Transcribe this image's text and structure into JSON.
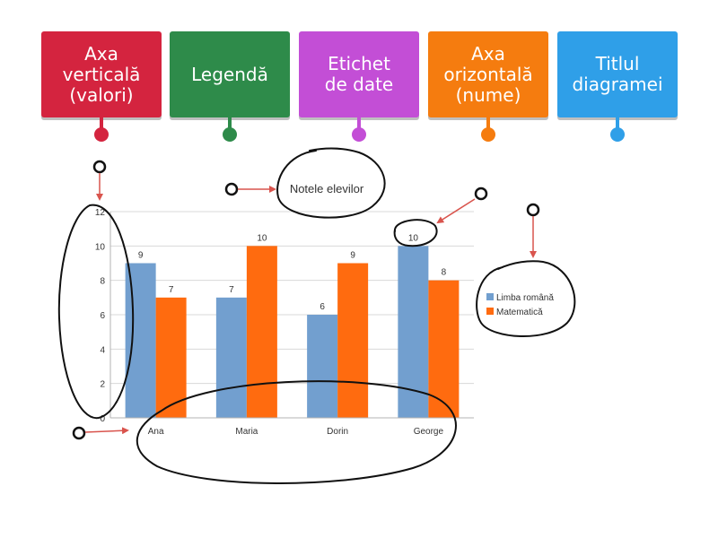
{
  "tiles": [
    {
      "label": "Axa\nverticală\n(valori)",
      "color": "#d4243f"
    },
    {
      "label": "Legendă",
      "color": "#2e8b4a"
    },
    {
      "label": "Etichet\nde date",
      "color": "#c34ed6"
    },
    {
      "label": "Axa\norizontală\n(nume)",
      "color": "#f57c0f"
    },
    {
      "label": "Titlul\ndiagramei",
      "color": "#2f9fe8"
    }
  ],
  "chart_data": {
    "type": "bar",
    "title": "Notele elevilor",
    "categories": [
      "Ana",
      "Maria",
      "Dorin",
      "George"
    ],
    "series": [
      {
        "name": "Limba română",
        "values": [
          9,
          7,
          6,
          10
        ],
        "color": "#729fcf"
      },
      {
        "name": "Matematică",
        "values": [
          7,
          10,
          9,
          8
        ],
        "color": "#ff6b0f"
      }
    ],
    "yticks": [
      0,
      2,
      4,
      6,
      8,
      10,
      12
    ],
    "ylim": [
      0,
      12
    ],
    "grid": true,
    "data_labels": true,
    "legend": "right"
  },
  "colors": {
    "arrow": "#d9544d",
    "hand": "#111111",
    "axis": "#b3b3b3",
    "grid": "#d8d8d8",
    "text": "#333333"
  }
}
